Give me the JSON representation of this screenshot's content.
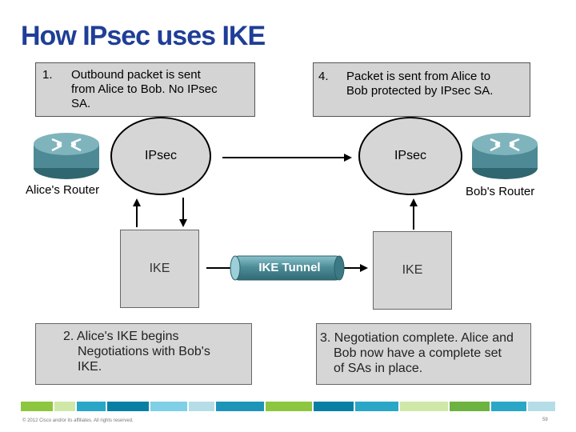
{
  "title": "How IPsec uses IKE",
  "step1": {
    "number": "1.",
    "lines": [
      "Outbound packet is sent",
      "from Alice to Bob. No IPsec",
      "SA."
    ]
  },
  "step4": {
    "number": "4.",
    "lines": [
      "Packet is sent from Alice to",
      "Bob protected by IPsec SA."
    ]
  },
  "ipsec_left": "IPsec",
  "ipsec_right": "IPsec",
  "ike_left": "IKE",
  "ike_right": "IKE",
  "tunnel_label": "IKE Tunnel",
  "router_left": "Alice's Router",
  "router_right": "Bob's Router",
  "step2": {
    "lines": [
      "2. Alice's IKE begins",
      "Negotiations with Bob's",
      "IKE."
    ]
  },
  "step3": {
    "lines": [
      "3. Negotiation complete. Alice and",
      "Bob now have a complete set",
      "of SAs in place."
    ]
  },
  "footer": "© 2012 Cisco and/or its affiliates. All rights reserved.",
  "page_number": "59",
  "colors": {
    "title": "#1f3e97",
    "box_fill": "#d4d4d4",
    "router_teal": "#4d8a95",
    "tunnel": "#5a9aa6"
  }
}
